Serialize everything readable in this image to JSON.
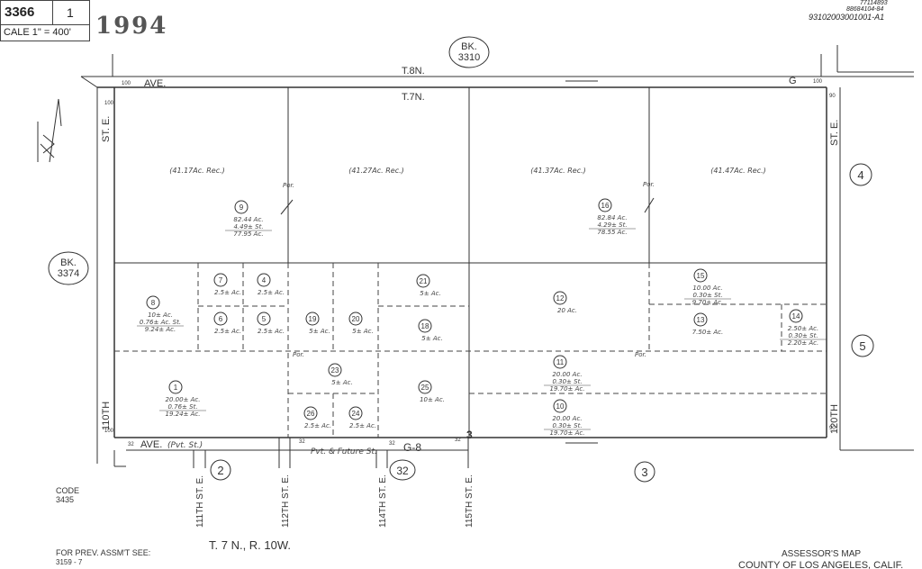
{
  "header": {
    "book": "3366",
    "page": "1",
    "scale": "CALE 1\" = 400'",
    "year": "1994",
    "ref_top": "77114893",
    "ref_mid": "88684104-84",
    "ref_code": "93102003001001-A1"
  },
  "labels": {
    "bk_3310": [
      "BK.",
      "3310"
    ],
    "bk_3374": [
      "BK.",
      "3374"
    ],
    "t8n": "T.8N.",
    "t7n": "T.7N.",
    "ave_top_left": "AVE.",
    "ave_top_right": "G",
    "ave_bottom": "AVE.",
    "pvt_st": "(Pvt. St.)",
    "future_st": "Pvt. & Future St.",
    "g8": "G-8",
    "st_e_left": "ST. E.",
    "st_110": "110TH",
    "st_e_right": "ST. E.",
    "st_120": "120TH",
    "st_111": "111TH ST. E.",
    "st_112": "112TH ST. E.",
    "st_114": "114TH ST. E.",
    "st_115": "115TH ST. E.",
    "por": "Por.",
    "code_label": "CODE",
    "code_value": "3435",
    "prev_assmt": "FOR PREV. ASSM'T SEE:",
    "prev_assmt_val": "3159 - 7",
    "township": "T. 7 N., R. 10W.",
    "assessor": "ASSESSOR'S MAP",
    "county": "COUNTY OF LOS ANGELES, CALIF."
  },
  "block_numbers": [
    "2",
    "3",
    "4",
    "5",
    "32",
    "3"
  ],
  "top_recs": [
    "(41.17Ac. Rec.)",
    "(41.27Ac. Rec.)",
    "(41.37Ac. Rec.)",
    "(41.47Ac. Rec.)"
  ],
  "parcels": [
    {
      "num": "9",
      "lines": [
        "82.44 Ac.",
        "4.49± St.",
        "77.95 Ac."
      ]
    },
    {
      "num": "16",
      "lines": [
        "82.84 Ac.",
        "4.29± St.",
        "78.55 Ac."
      ]
    },
    {
      "num": "7",
      "lines": [
        "2.5± Ac."
      ]
    },
    {
      "num": "4",
      "lines": [
        "2.5± Ac."
      ]
    },
    {
      "num": "8",
      "lines": [
        "10± Ac.",
        "0.76± Ac. St.",
        "9.24± Ac."
      ]
    },
    {
      "num": "6",
      "lines": [
        "2.5± Ac."
      ]
    },
    {
      "num": "5",
      "lines": [
        "2.5± Ac."
      ]
    },
    {
      "num": "19",
      "lines": [
        "5± Ac."
      ]
    },
    {
      "num": "20",
      "lines": [
        "5± Ac."
      ]
    },
    {
      "num": "21",
      "lines": [
        "5± Ac."
      ]
    },
    {
      "num": "18",
      "lines": [
        "5± Ac."
      ]
    },
    {
      "num": "12",
      "lines": [
        "20 Ac."
      ]
    },
    {
      "num": "15",
      "lines": [
        "10.00 Ac.",
        "0.30± St.",
        "9.70± Ac."
      ]
    },
    {
      "num": "13",
      "lines": [
        "7.50± Ac."
      ]
    },
    {
      "num": "14",
      "lines": [
        "2.50± Ac.",
        "0.30± St.",
        "2.20± Ac."
      ]
    },
    {
      "num": "1",
      "lines": [
        "20.00± Ac.",
        "0.76± St.",
        "19.24± Ac."
      ]
    },
    {
      "num": "23",
      "lines": [
        "5± Ac."
      ]
    },
    {
      "num": "25",
      "lines": [
        "10± Ac."
      ]
    },
    {
      "num": "11",
      "lines": [
        "20.00 Ac.",
        "0.30± St.",
        "19.70± Ac."
      ]
    },
    {
      "num": "26",
      "lines": [
        "2.5± Ac."
      ]
    },
    {
      "num": "24",
      "lines": [
        "2.5± Ac."
      ]
    },
    {
      "num": "10",
      "lines": [
        "20.00 Ac.",
        "0.30± St.",
        "19.70± Ac."
      ]
    }
  ],
  "dims": [
    "100",
    "100",
    "90",
    "100",
    "100",
    "90",
    "32",
    "32",
    "32",
    "32"
  ]
}
